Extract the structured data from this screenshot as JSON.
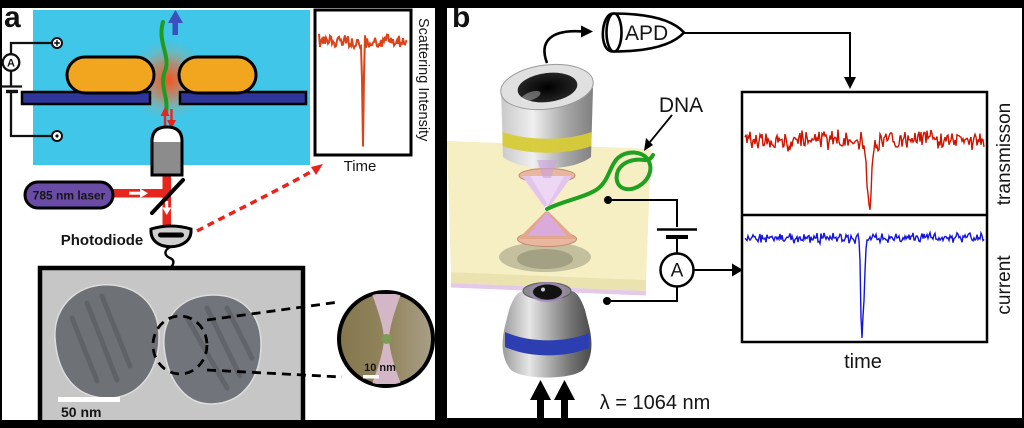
{
  "colors": {
    "solution_cyan": "#3fc6e8",
    "nanorod_gold": "#f2a51f",
    "membrane_blue": "#2e3699",
    "dna_green": "#1f9b1f",
    "laser_purple": "#6a4ca6",
    "beam_red": "#e8251d",
    "scattering_trace": "#d9441a",
    "transmission_trace": "#cf1400",
    "current_trace": "#1414dd",
    "slab_cream": "#f5efc3",
    "objective_band_yellow": "#d7ca36",
    "objective_band_blue": "#2c3eb2",
    "nanopore_salmon": "#e8b79e",
    "nanopore_lavender": "#e3c4ec"
  },
  "panel_a": {
    "label": "a",
    "circuit": {
      "ammeter_label": "A"
    },
    "laser": {
      "label": "785 nm laser"
    },
    "photodiode": {
      "label": "Photodiode"
    },
    "scatter_plot": {
      "ylabel": "Scattering Intensity",
      "xlabel": "Time"
    },
    "tem": {
      "scale_bar_label": "50 nm",
      "inset": {
        "scale_bar_label": "10 nm"
      }
    }
  },
  "panel_b": {
    "label": "b",
    "apd": {
      "label": "APD"
    },
    "dna": {
      "label": "DNA"
    },
    "circuit": {
      "ammeter_label": "A"
    },
    "laser": {
      "wavelength_label": "λ = 1064 nm"
    },
    "plots": {
      "top_ylabel": "transmisson",
      "bottom_ylabel": "current",
      "xlabel": "time"
    }
  },
  "chart_data": [
    {
      "id": "scattering",
      "type": "line",
      "panel": "a",
      "title": "",
      "xlabel": "Time",
      "ylabel": "Scattering Intensity",
      "color": "#d9441a",
      "seed": 7,
      "baseline": 0.2,
      "noise": 0.06,
      "dips": [
        {
          "pos": 0.5,
          "depth": 0.75,
          "width": 0.008
        }
      ],
      "axis_ticks_shown": false,
      "description": "noisy scattering-intensity baseline with one deep transient dip (molecule translocation event)"
    },
    {
      "id": "transmission",
      "type": "line",
      "panel": "b",
      "title": "",
      "xlabel": "time",
      "ylabel": "transmisson",
      "color": "#cf1400",
      "seed": 3,
      "baseline": 0.38,
      "noise": 0.1,
      "dips": [
        {
          "pos": 0.52,
          "depth": 0.55,
          "width": 0.01
        }
      ],
      "axis_ticks_shown": false,
      "description": "noisy optical transmission trace with one deep dip aligned with the current blockade"
    },
    {
      "id": "current",
      "type": "line",
      "panel": "b",
      "title": "",
      "xlabel": "time",
      "ylabel": "current",
      "color": "#1414dd",
      "seed": 11,
      "baseline": 0.16,
      "noise": 0.05,
      "dips": [
        {
          "pos": 0.488,
          "depth": 0.77,
          "width": 0.004
        },
        {
          "pos": 0.497,
          "depth": 0.5,
          "width": 0.005
        }
      ],
      "axis_ticks_shown": false,
      "description": "low-noise ionic current trace with a single sharp stepped blockade spike"
    }
  ]
}
